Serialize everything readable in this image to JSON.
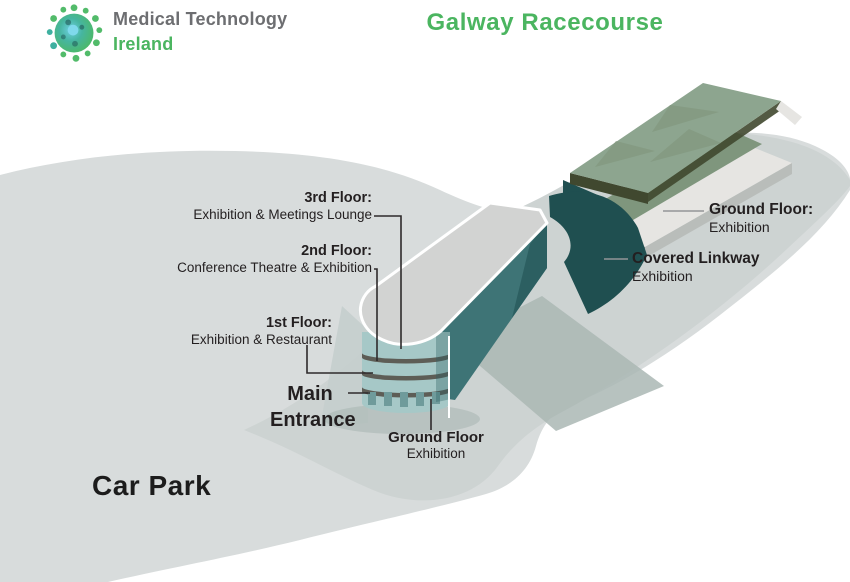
{
  "header": {
    "logo": {
      "line1": "Medical Technology",
      "line2": "Ireland"
    },
    "title": "Galway Racecourse"
  },
  "labels": {
    "third_floor": {
      "heading": "3rd Floor:",
      "detail": "Exhibition & Meetings Lounge"
    },
    "second_floor": {
      "heading": "2nd Floor:",
      "detail": "Conference Theatre & Exhibition"
    },
    "first_floor": {
      "heading": "1st Floor:",
      "detail": "Exhibition & Restaurant"
    },
    "main_entrance": {
      "line1": "Main",
      "line2": "Entrance"
    },
    "ground_floor_tower": {
      "heading": "Ground Floor",
      "detail": "Exhibition"
    },
    "ground_floor_stand": {
      "heading": "Ground Floor:",
      "detail": "Exhibition"
    },
    "covered_linkway": {
      "heading": "Covered Linkway",
      "detail": "Exhibition"
    },
    "car_park": "Car Park"
  },
  "colors": {
    "brand_green": "#4bb560",
    "logo_gray": "#6d6e71",
    "label_ink": "#231f20",
    "ground": "#d8dcdc",
    "ground_dark": "#cdd3d2",
    "shadow": "#aab7b4",
    "shadow_soft": "#c5cecd",
    "roof": "#d2d3d2",
    "roof_outline": "#ffffff",
    "building_teal": "#3e7476",
    "building_teal_dark": "#2c5f61",
    "linkway": "#1f4f50",
    "tower_light": "#a6c8c7",
    "tower_band": "#5d5d56",
    "tower_column": "#6f9b9b",
    "stand_roof": "#8da58f",
    "stand_facet": "#81977e",
    "stand_fascia": "#40482f",
    "stand_tier": "#7f967d",
    "stand_tier_edge": "#5f7360",
    "stand_base": "#e6e5e2",
    "stand_base_side": "#b9bdba",
    "stand_support": "#8e9290",
    "connector_dark": "#2e2a2b",
    "connector_gray": "#939598"
  }
}
